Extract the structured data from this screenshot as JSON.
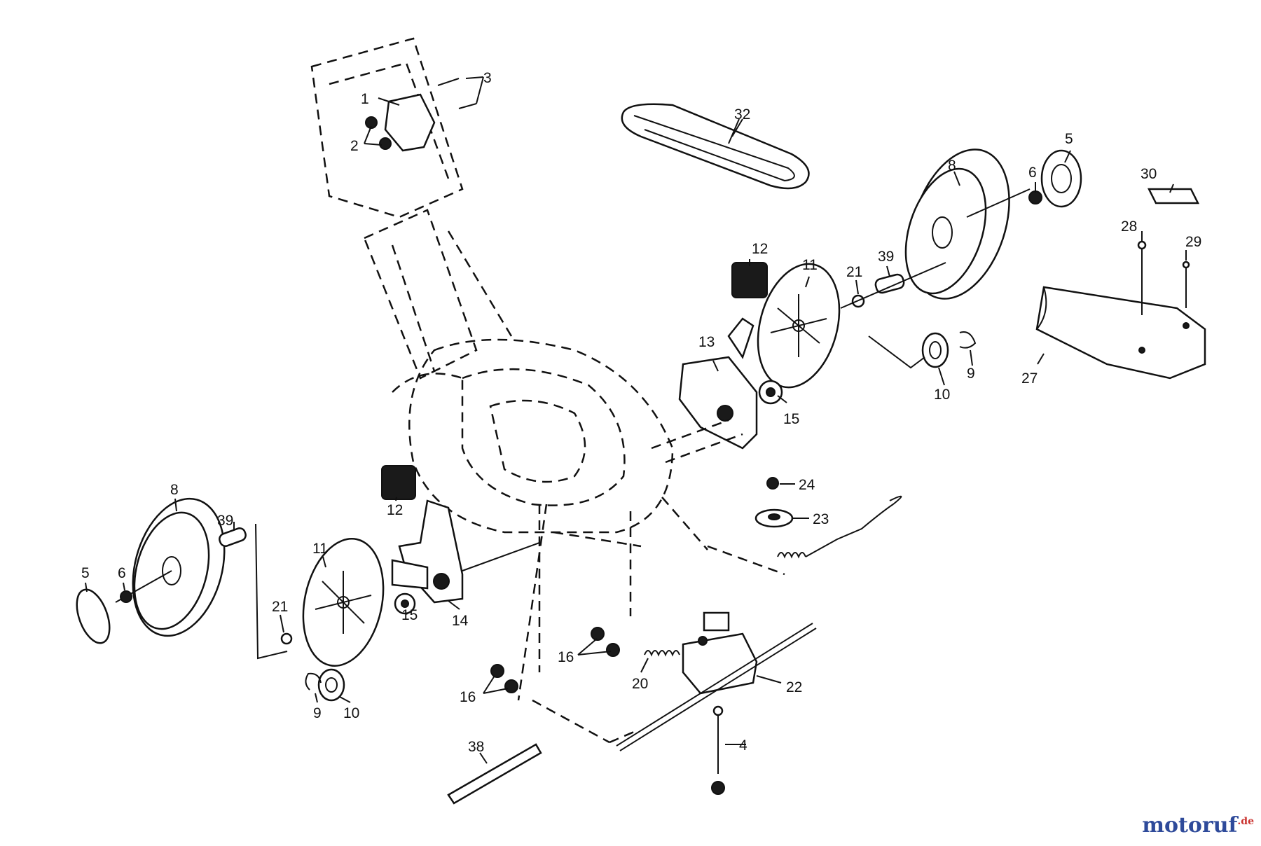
{
  "colors": {
    "line": "#111111",
    "background": "#ffffff",
    "watermark_blue": "#2e4a9a",
    "watermark_red": "#c9302c"
  },
  "watermark": {
    "brand": "motoruf",
    "suffix": ".de"
  },
  "labels": {
    "l1": "1",
    "l2": "2",
    "l3": "3",
    "l32": "32",
    "l8r": "8",
    "l6r": "6",
    "l5r": "5",
    "l30": "30",
    "l28": "28",
    "l29": "29",
    "l12r": "12",
    "l11r": "11",
    "l21r": "21",
    "l39r": "39",
    "l13": "13",
    "l15r": "15",
    "l10r": "10",
    "l9r": "9",
    "l27": "27",
    "l24": "24",
    "l23": "23",
    "l8l": "8",
    "l39l": "39",
    "l5l": "5",
    "l6l": "6",
    "l11l": "11",
    "l12l": "12",
    "l21l": "21",
    "l15l": "15",
    "l14": "14",
    "l9l": "9",
    "l10l": "10",
    "l16a": "16",
    "l16b": "16",
    "l20": "20",
    "l22": "22",
    "l4": "4",
    "l38": "38"
  }
}
